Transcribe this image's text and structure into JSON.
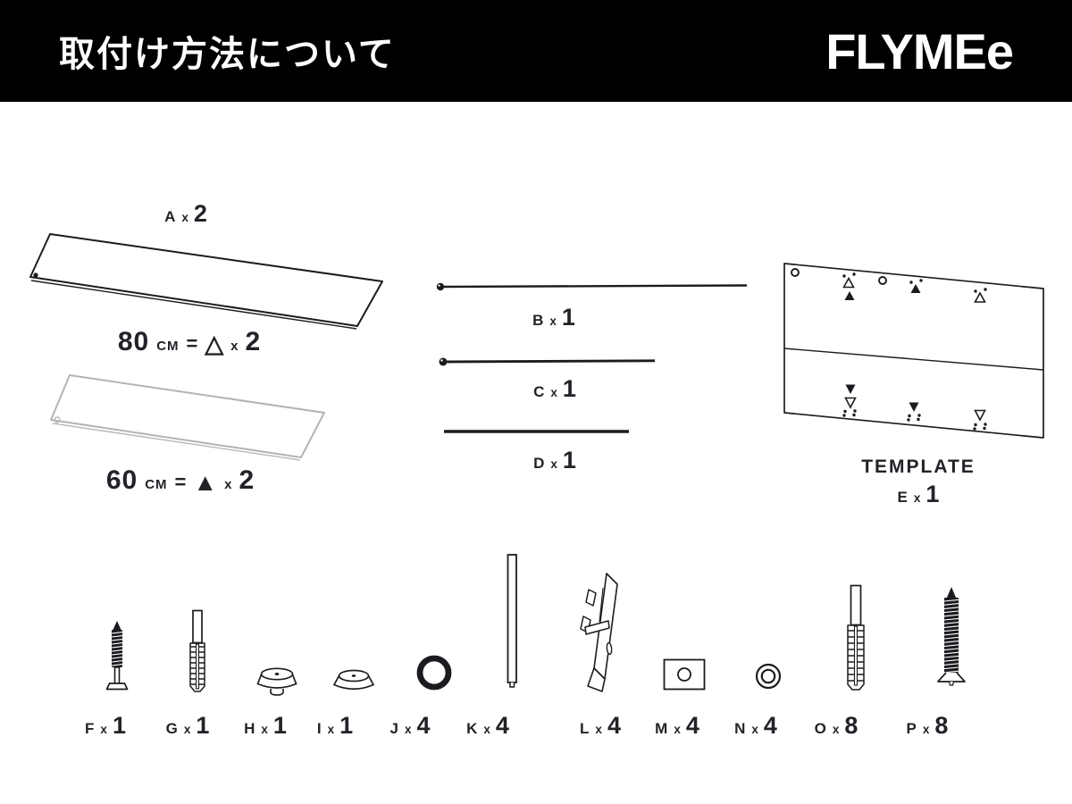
{
  "header": {
    "title": "取付け方法について",
    "logo": "FLYMEe"
  },
  "boards": {
    "a": {
      "letter": "A",
      "times": "x",
      "qty": "2",
      "icon": "shelf-board-drawing"
    },
    "b80": {
      "size": "80",
      "unit": "cm",
      "eq": "=",
      "tri": "△",
      "times": "x",
      "qty": "2"
    },
    "b60": {
      "size": "60",
      "unit": "cm",
      "eq": "=",
      "tri": "▲",
      "times": "x",
      "qty": "2",
      "icon": "shelf-board-gray-drawing"
    }
  },
  "rods": [
    {
      "letter": "B",
      "times": "x",
      "qty": "1",
      "icon": "rod-b-drawing"
    },
    {
      "letter": "C",
      "times": "x",
      "qty": "1",
      "icon": "rod-c-drawing"
    },
    {
      "letter": "D",
      "times": "x",
      "qty": "1",
      "icon": "rod-d-drawing"
    }
  ],
  "template": {
    "name": "TEMPLATE",
    "letter": "E",
    "times": "x",
    "qty": "1",
    "icon": "drilling-template-drawing"
  },
  "parts": [
    {
      "letter": "F",
      "times": "x",
      "qty": "1",
      "icon": "screw-short-icon"
    },
    {
      "letter": "G",
      "times": "x",
      "qty": "1",
      "icon": "wall-anchor-icon"
    },
    {
      "letter": "H",
      "times": "x",
      "qty": "1",
      "icon": "cap-nut-with-stem-icon"
    },
    {
      "letter": "I",
      "times": "x",
      "qty": "1",
      "icon": "cap-nut-icon"
    },
    {
      "letter": "J",
      "times": "x",
      "qty": "4",
      "icon": "o-ring-icon"
    },
    {
      "letter": "K",
      "times": "x",
      "qty": "4",
      "icon": "support-pin-icon"
    },
    {
      "letter": "L",
      "times": "x",
      "qty": "4",
      "icon": "mounting-bracket-icon"
    },
    {
      "letter": "M",
      "times": "x",
      "qty": "4",
      "icon": "square-plate-icon"
    },
    {
      "letter": "N",
      "times": "x",
      "qty": "4",
      "icon": "washer-icon"
    },
    {
      "letter": "O",
      "times": "x",
      "qty": "8",
      "icon": "wall-anchor-long-icon"
    },
    {
      "letter": "P",
      "times": "x",
      "qty": "8",
      "icon": "screw-long-icon"
    }
  ]
}
